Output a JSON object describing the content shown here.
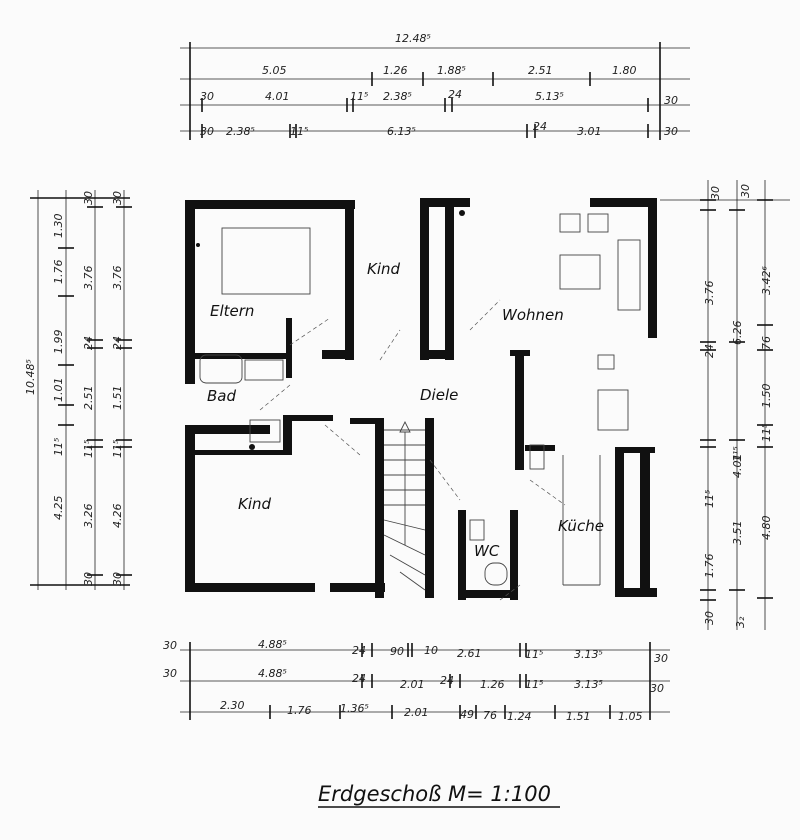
{
  "title": "Erdgeschoß M= 1:100",
  "rooms": {
    "eltern": "Eltern",
    "kind_top": "Kind",
    "wohnen": "Wohnen",
    "bad": "Bad",
    "diele": "Diele",
    "kind_bottom": "Kind",
    "wc": "WC",
    "kueche": "Küche"
  },
  "dims_top": {
    "r1": [
      "12.48⁵"
    ],
    "r2": [
      "5.05",
      "1.26",
      "1.88⁵",
      "2.51",
      "1.80"
    ],
    "r3": [
      "30",
      "4.01",
      "11⁵",
      "2.38⁵",
      "24",
      "5.13⁵",
      "30"
    ],
    "r4": [
      "30",
      "2.38⁵",
      "11⁵",
      "6.13⁵",
      "24",
      "3.01",
      "30"
    ]
  },
  "dims_bottom": {
    "r1": [
      "30",
      "4.88⁵",
      "24",
      "90",
      "10",
      "2.61",
      "11⁵",
      "3.13⁵",
      "30"
    ],
    "r2": [
      "30",
      "4.88⁵",
      "24",
      "2.01",
      "24",
      "1.26",
      "11⁵",
      "3.13⁵",
      "30"
    ],
    "r3": [
      "2.30",
      "1.76",
      "1.36⁵",
      "2.01",
      "49",
      "76",
      "1.24",
      "1.51",
      "1.05"
    ]
  },
  "dims_left": {
    "r1": [
      "10.48⁵"
    ],
    "r2": [
      "1.30",
      "1.76",
      "1.99",
      "1.01",
      "11⁵",
      "4.25"
    ],
    "r3": [
      "30",
      "3.76",
      "24",
      "2.51",
      "11⁵",
      "3.26",
      "30"
    ],
    "r4": [
      "30",
      "3.76",
      "24",
      "1.51",
      "11⁵",
      "4.26",
      "30"
    ]
  },
  "dims_right": {
    "r1": [
      "30",
      "3.76",
      "24",
      "11⁵",
      "1.76",
      "30"
    ],
    "r2": [
      "6.26",
      "4.01",
      "3.51",
      "1¹⁵"
    ],
    "r3": [
      "30",
      "76",
      "11⁵",
      "3.42⁶",
      "1.50",
      "4.80",
      "3₂"
    ]
  }
}
